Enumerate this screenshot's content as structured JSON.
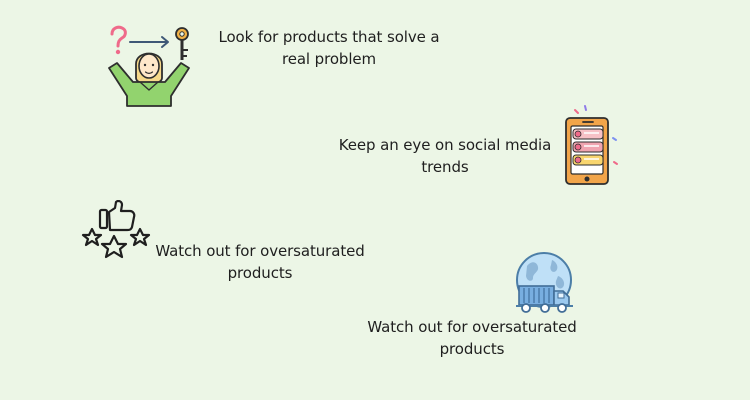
{
  "items": [
    {
      "icon": "question-to-key-person-icon",
      "caption_line1": "Look for products that solve a",
      "caption_line2": "real problem"
    },
    {
      "icon": "phone-social-feed-icon",
      "caption_line1": "Keep an eye on social media",
      "caption_line2": "trends"
    },
    {
      "icon": "thumbs-up-stars-icon",
      "caption_line1": "Watch out for oversaturated",
      "caption_line2": "products"
    },
    {
      "icon": "globe-cargo-truck-icon",
      "caption_line1": "Watch out for oversaturated",
      "caption_line2": "products"
    }
  ],
  "colors": {
    "background": "#ecf6e6",
    "text": "#1f1f1f",
    "green_accent": "#92d36e",
    "pink_accent": "#ef6a8a",
    "blue_accent": "#9ecbea",
    "orange_accent": "#f2a54a"
  }
}
